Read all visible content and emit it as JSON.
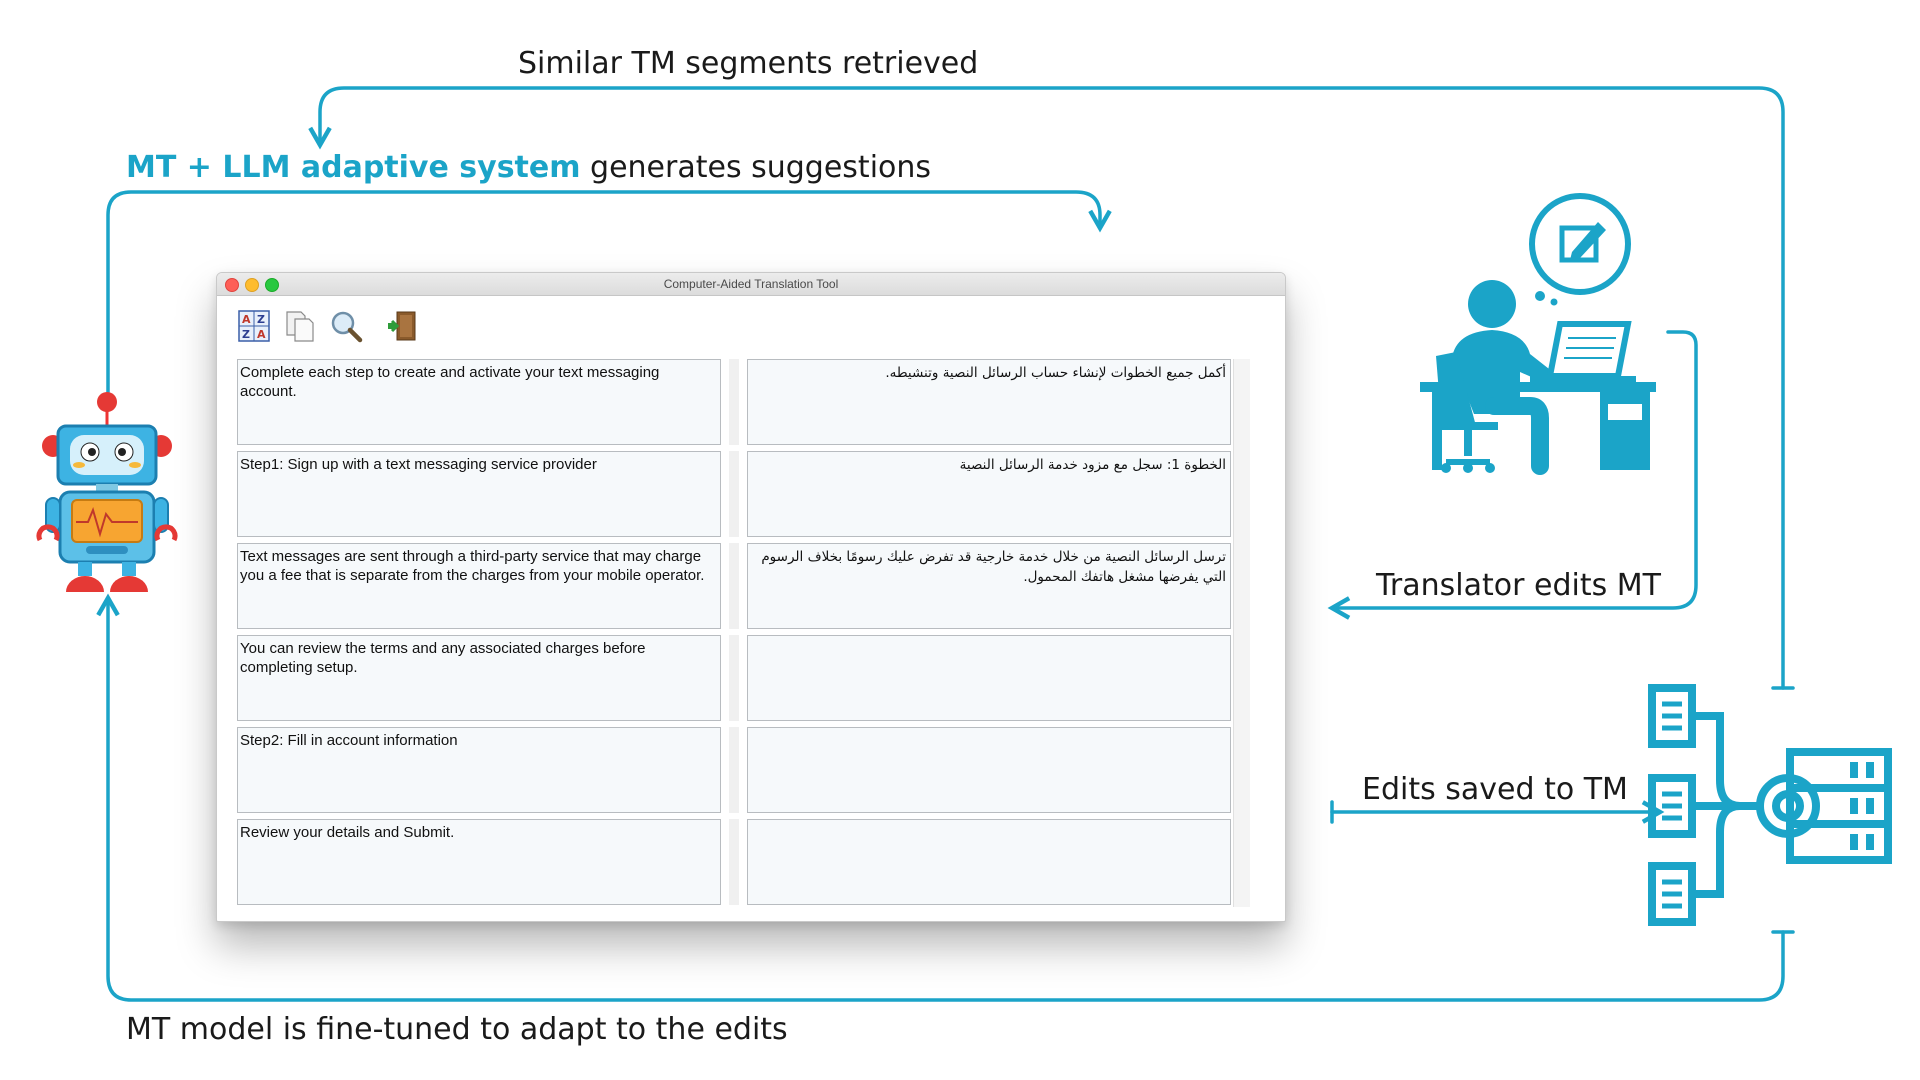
{
  "labels": {
    "tm_retrieved": "Similar TM segments retrieved",
    "system_highlight": "MT + LLM adaptive system",
    "system_rest": " generates suggestions",
    "translator_edits": "Translator edits MT",
    "edits_saved": "Edits saved to TM",
    "fine_tuned": "MT model is fine-tuned to adapt to the edits"
  },
  "colors": {
    "accent": "#1ba4c8",
    "text": "#1a1a1a"
  },
  "window": {
    "title": "Computer-Aided Translation Tool",
    "toolbar": [
      "sort-az-icon",
      "copy-icon",
      "search-icon",
      "exit-door-icon"
    ]
  },
  "segments": [
    {
      "source": "Complete each step to create and activate your text messaging account.",
      "target": "أكمل جميع الخطوات لإنشاء حساب الرسائل النصية وتنشيطه."
    },
    {
      "source": "Step1: Sign up with a text messaging service provider",
      "target": "الخطوة 1: سجل مع مزود خدمة الرسائل النصية"
    },
    {
      "source": "Text messages are sent through a third-party service that may charge you a fee that is separate from the charges from your mobile operator.",
      "target": "ترسل الرسائل النصية من خلال خدمة خارجية قد تفرض عليك رسومًا بخلاف الرسوم التي يفرضها مشغل هاتفك المحمول."
    },
    {
      "source": "You can review the terms and any associated charges before completing setup.",
      "target": ""
    },
    {
      "source": "Step2: Fill in account information",
      "target": ""
    },
    {
      "source": "Review your details and Submit.",
      "target": ""
    }
  ],
  "icons": [
    "robot-icon",
    "translator-at-desk-icon",
    "edit-bubble-icon",
    "translation-memory-server-icon"
  ]
}
